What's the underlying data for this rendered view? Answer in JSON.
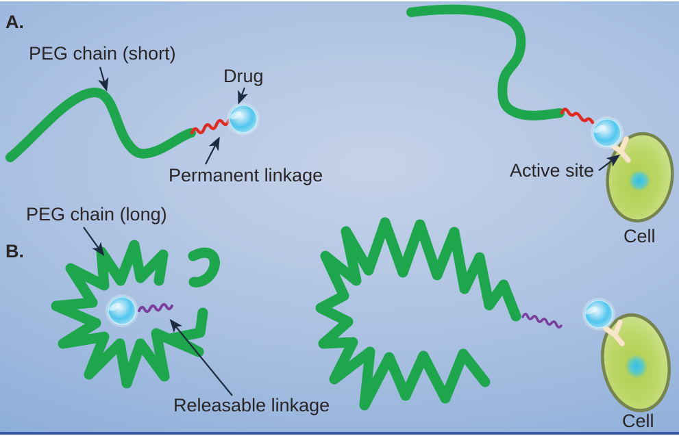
{
  "figure": {
    "panel_a": {
      "label": "A.",
      "peg_chain_label": "PEG chain (short)",
      "drug_label": "Drug",
      "linkage_label": "Permanent linkage",
      "active_site_label": "Active site",
      "cell_label": "Cell"
    },
    "panel_b": {
      "label": "B.",
      "peg_chain_label": "PEG chain (long)",
      "linkage_label": "Releasable linkage",
      "cell_label": "Cell"
    },
    "colors": {
      "background_center": "#c6d3e9",
      "background_edge": "#7ca4d4",
      "peg_green": "#1ea64d",
      "permanent_red": "#e02b22",
      "releasable_purple": "#7a3f9e",
      "drug_core": "#45c4ec",
      "drug_rim": "#d7edf9",
      "cell_body": "#b9d45f",
      "cell_edge_light": "#d6e9a2",
      "cell_border": "#76854e",
      "nucleus": "#38c1e6",
      "receptor": "#f7e7c8",
      "text": "#2a2527",
      "arrow": "#1c2b3f",
      "bottom_bar": "#3b5aa8"
    }
  }
}
